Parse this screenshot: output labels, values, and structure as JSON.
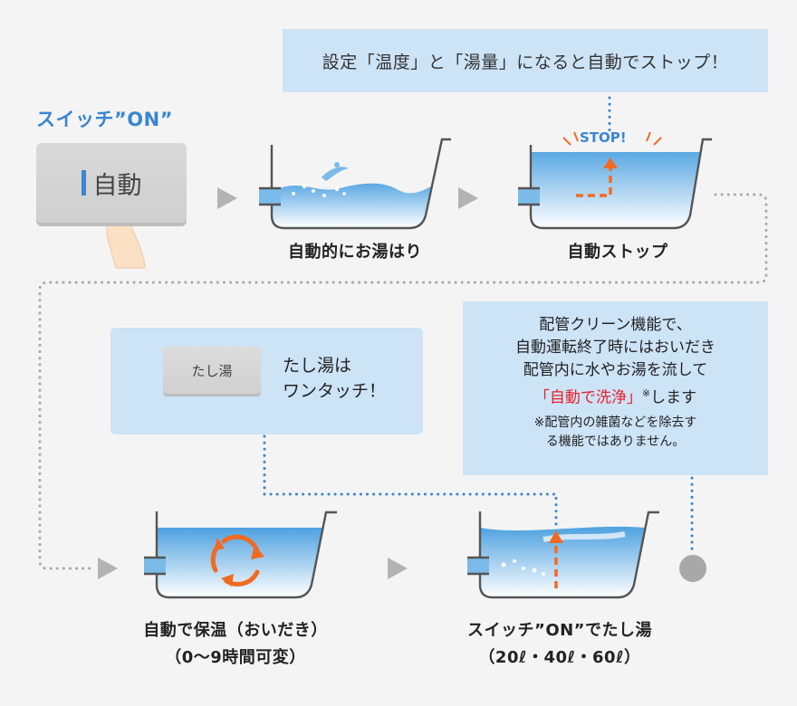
{
  "top_callout": "設定「温度」と「湯量」になると自動でストップ！",
  "switch_title": "スイッチ”ON”",
  "auto_button": "自動",
  "stop_text": "STOP!",
  "labels": {
    "auto_fill": "自動的にお湯はり",
    "auto_stop": "自動ストップ",
    "keep_warm_line1": "自動で保温（おいだき）",
    "keep_warm_line2": "（0〜9時間可変）",
    "add_hot_line1": "スイッチ”ON”でたし湯",
    "add_hot_line2": "（20ℓ・40ℓ・60ℓ）"
  },
  "tashi_button": "たし湯",
  "tashi_text_line1": "たし湯は",
  "tashi_text_line2": "ワンタッチ！",
  "pipe_clean": {
    "line1": "配管クリーン機能で、",
    "line2": "自動運転終了時にはおいだき",
    "line3": "配管内に水やお湯を流して",
    "line4_red": "「自動で洗浄」",
    "line4_sup": "※",
    "line4_rest": "します",
    "note_line1": "※配管内の雑菌などを除去す",
    "note_line2": "る機能ではありません。"
  },
  "colors": {
    "accent_blue": "#3a86d1",
    "callout_bg": "#cde3f6",
    "orange": "#f26a21",
    "red": "#e8202a",
    "gray_arrow": "#b3b3b3",
    "dot_gray": "#a8a8a8"
  }
}
